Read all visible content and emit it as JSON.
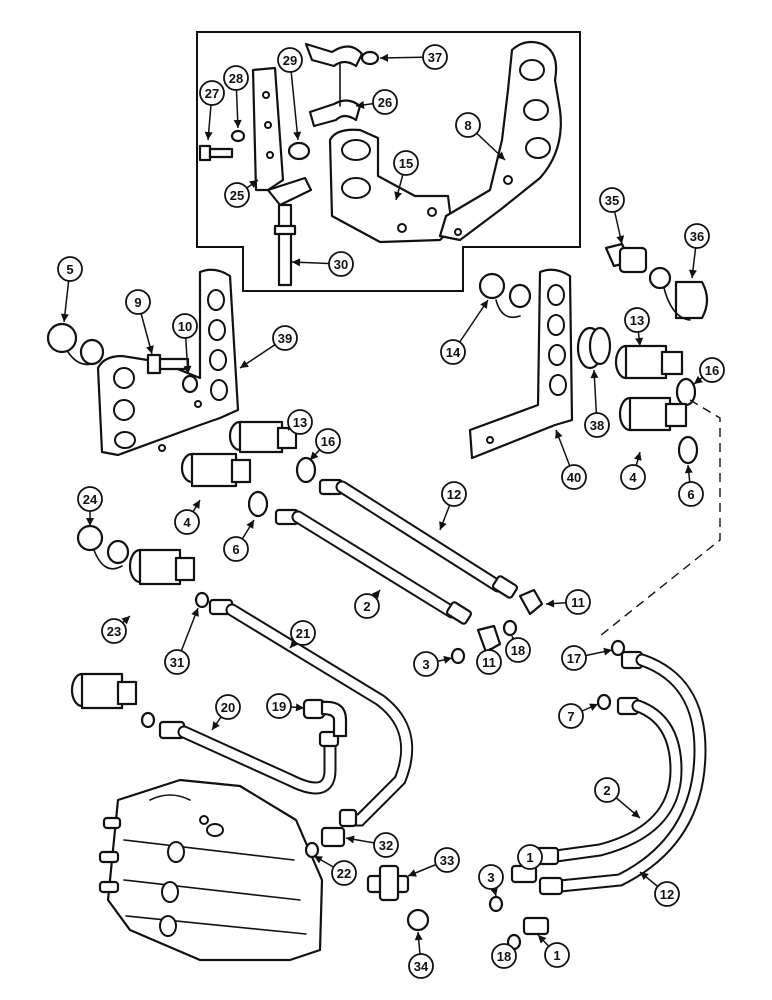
{
  "callouts": [
    {
      "label": "1"
    },
    {
      "label": "1"
    },
    {
      "label": "2"
    },
    {
      "label": "2"
    },
    {
      "label": "3"
    },
    {
      "label": "3"
    },
    {
      "label": "4"
    },
    {
      "label": "4"
    },
    {
      "label": "5"
    },
    {
      "label": "6"
    },
    {
      "label": "6"
    },
    {
      "label": "7"
    },
    {
      "label": "8"
    },
    {
      "label": "9"
    },
    {
      "label": "10"
    },
    {
      "label": "11"
    },
    {
      "label": "11"
    },
    {
      "label": "12"
    },
    {
      "label": "12"
    },
    {
      "label": "13"
    },
    {
      "label": "13"
    },
    {
      "label": "14"
    },
    {
      "label": "15"
    },
    {
      "label": "16"
    },
    {
      "label": "16"
    },
    {
      "label": "17"
    },
    {
      "label": "18"
    },
    {
      "label": "18"
    },
    {
      "label": "19"
    },
    {
      "label": "20"
    },
    {
      "label": "21"
    },
    {
      "label": "22"
    },
    {
      "label": "23"
    },
    {
      "label": "24"
    },
    {
      "label": "25"
    },
    {
      "label": "26"
    },
    {
      "label": "27"
    },
    {
      "label": "28"
    },
    {
      "label": "29"
    },
    {
      "label": "30"
    },
    {
      "label": "31"
    },
    {
      "label": "32"
    },
    {
      "label": "33"
    },
    {
      "label": "34"
    },
    {
      "label": "35"
    },
    {
      "label": "36"
    },
    {
      "label": "37"
    },
    {
      "label": "38"
    },
    {
      "label": "39"
    },
    {
      "label": "40"
    }
  ],
  "colors": {
    "ink": "#111111",
    "paper": "#ffffff"
  }
}
